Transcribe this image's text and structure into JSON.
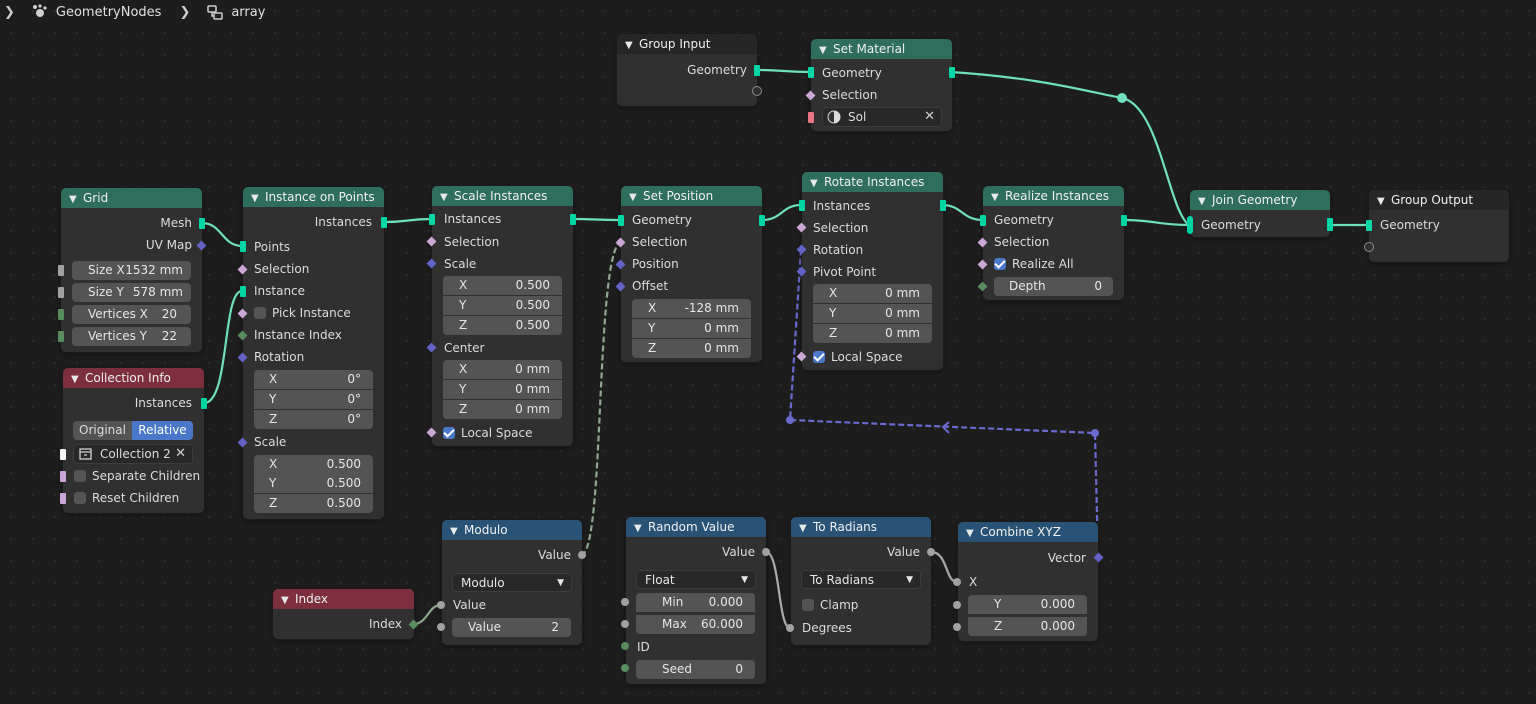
{
  "breadcrumbs": {
    "modifier": "GeometryNodes",
    "tree": "array"
  },
  "colors": {
    "geometry_socket": "#00d6a3",
    "vector_socket": "#6363c7",
    "int_socket": "#598c5c",
    "float_socket": "#a1a1a1",
    "bool_socket": "#cca6d6",
    "material_socket": "#eb7582",
    "collection_socket": "#f5f5f5",
    "geometry_header": "#2f6d5c",
    "input_header": "#7d2f3d",
    "converter_header": "#2a5275",
    "selected_accent": "#4a77c8"
  },
  "nodes": {
    "grid": {
      "title": "Grid",
      "mesh": "Mesh",
      "uv_map": "UV Map",
      "size_x_label": "Size X",
      "size_x": "1532 mm",
      "size_y_label": "Size Y",
      "size_y": "578 mm",
      "vx_label": "Vertices X",
      "vx": "20",
      "vy_label": "Vertices Y",
      "vy": "22"
    },
    "collection_info": {
      "title": "Collection Info",
      "instances": "Instances",
      "original": "Original",
      "relative": "Relative",
      "collection": "Collection 2",
      "separate_children": "Separate Children",
      "reset_children": "Reset Children"
    },
    "instance_on_points": {
      "title": "Instance on Points",
      "out_instances": "Instances",
      "points": "Points",
      "selection": "Selection",
      "instance": "Instance",
      "pick_instance": "Pick Instance",
      "instance_index": "Instance Index",
      "rotation": "Rotation",
      "rx": "0°",
      "ry": "0°",
      "rz": "0°",
      "scale": "Scale",
      "sx": "0.500",
      "sy": "0.500",
      "sz": "0.500",
      "x": "X",
      "y": "Y",
      "z": "Z"
    },
    "scale_instances": {
      "title": "Scale Instances",
      "out_instances": "Instances",
      "instances": "Instances",
      "selection": "Selection",
      "scale": "Scale",
      "sx": "0.500",
      "sy": "0.500",
      "sz": "0.500",
      "center": "Center",
      "cx": "0 mm",
      "cy": "0 mm",
      "cz": "0 mm",
      "local_space": "Local Space",
      "x": "X",
      "y": "Y",
      "z": "Z"
    },
    "set_position": {
      "title": "Set Position",
      "out_geometry": "Geometry",
      "geometry": "Geometry",
      "selection": "Selection",
      "position": "Position",
      "offset": "Offset",
      "ox": "-128 mm",
      "oy": "0 mm",
      "oz": "0 mm",
      "x": "X",
      "y": "Y",
      "z": "Z"
    },
    "rotate_instances": {
      "title": "Rotate Instances",
      "out_instances": "Instances",
      "instances": "Instances",
      "selection": "Selection",
      "rotation": "Rotation",
      "pivot_point": "Pivot Point",
      "px": "0 mm",
      "py": "0 mm",
      "pz": "0 mm",
      "local_space": "Local Space",
      "x": "X",
      "y": "Y",
      "z": "Z"
    },
    "realize_instances": {
      "title": "Realize Instances",
      "out_geometry": "Geometry",
      "geometry": "Geometry",
      "selection": "Selection",
      "realize_all": "Realize All",
      "depth_label": "Depth",
      "depth": "0"
    },
    "join_geometry": {
      "title": "Join Geometry",
      "geometry": "Geometry"
    },
    "group_output": {
      "title": "Group Output",
      "geometry": "Geometry"
    },
    "group_input": {
      "title": "Group Input",
      "geometry": "Geometry"
    },
    "set_material": {
      "title": "Set Material",
      "out_geometry": "Geometry",
      "geometry": "Geometry",
      "selection": "Selection",
      "material": "Sol"
    },
    "index": {
      "title": "Index",
      "index": "Index"
    },
    "modulo": {
      "title": "Modulo",
      "out_value": "Value",
      "operation": "Modulo",
      "value": "Value",
      "value_label": "Value",
      "value2": "2"
    },
    "random_value": {
      "title": "Random Value",
      "out_value": "Value",
      "type": "Float",
      "min_label": "Min",
      "min": "0.000",
      "max_label": "Max",
      "max": "60.000",
      "id": "ID",
      "seed_label": "Seed",
      "seed": "0"
    },
    "to_radians": {
      "title": "To Radians",
      "out_value": "Value",
      "operation": "To Radians",
      "clamp": "Clamp",
      "degrees": "Degrees"
    },
    "combine_xyz": {
      "title": "Combine XYZ",
      "vector": "Vector",
      "x": "X",
      "y_label": "Y",
      "y": "0.000",
      "z_label": "Z",
      "z": "0.000"
    }
  }
}
